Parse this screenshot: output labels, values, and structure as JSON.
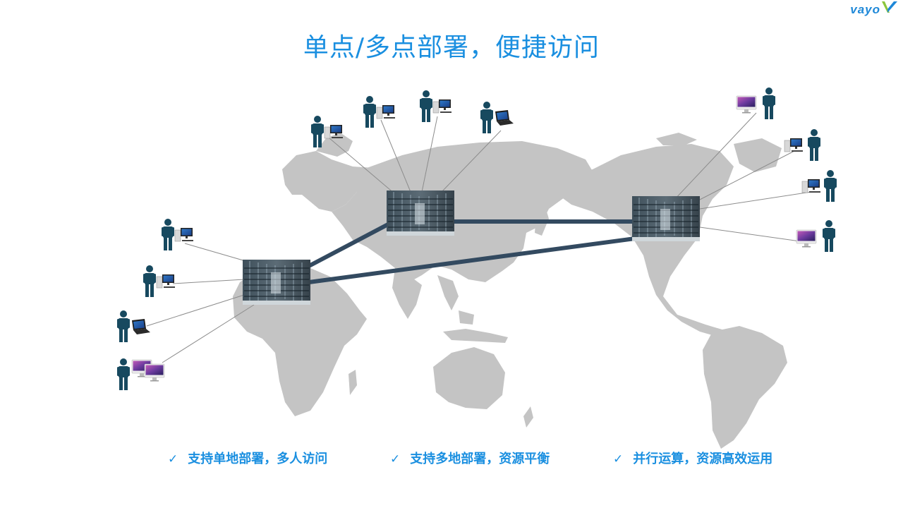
{
  "header": {
    "logo_text": "vayo",
    "title": "单点/多点部署，便捷访问"
  },
  "features": [
    {
      "icon": "check-icon",
      "text": "支持单地部署，多人访问"
    },
    {
      "icon": "check-icon",
      "text": "支持多地部署，资源平衡"
    },
    {
      "icon": "check-icon",
      "text": "并行运算，资源高效运用"
    }
  ],
  "colors": {
    "accent": "#1a8fe0",
    "map": "#c4c4c4",
    "link": "#334a60",
    "person": "#17495f"
  }
}
